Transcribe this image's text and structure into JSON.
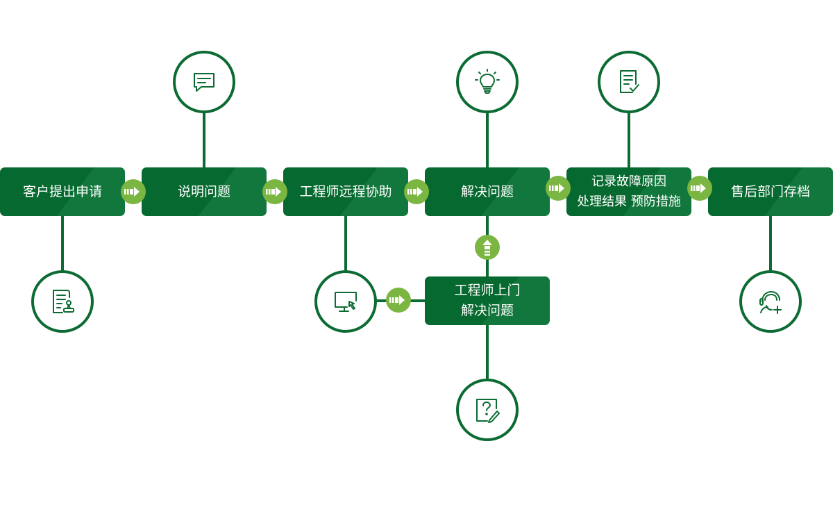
{
  "steps": {
    "customer_apply": "客户提出申请",
    "describe_problem": "说明问题",
    "remote_assist": "工程师远程协助",
    "solve_problem": "解决问题",
    "record": "记录故障原因\n处理结果 预防措施",
    "archive": "售后部门存档",
    "onsite": "工程师上门\n解决问题"
  },
  "colors": {
    "primary": "#06692f",
    "accent": "#7bb542",
    "background": "#ffffff"
  },
  "icons": {
    "customer_apply": "application-form-icon",
    "describe_problem": "chat-bubble-icon",
    "remote_assist": "monitor-cursor-icon",
    "solve_problem": "lightbulb-icon",
    "record": "checklist-icon",
    "archive": "customer-service-icon",
    "onsite": "question-edit-icon"
  }
}
